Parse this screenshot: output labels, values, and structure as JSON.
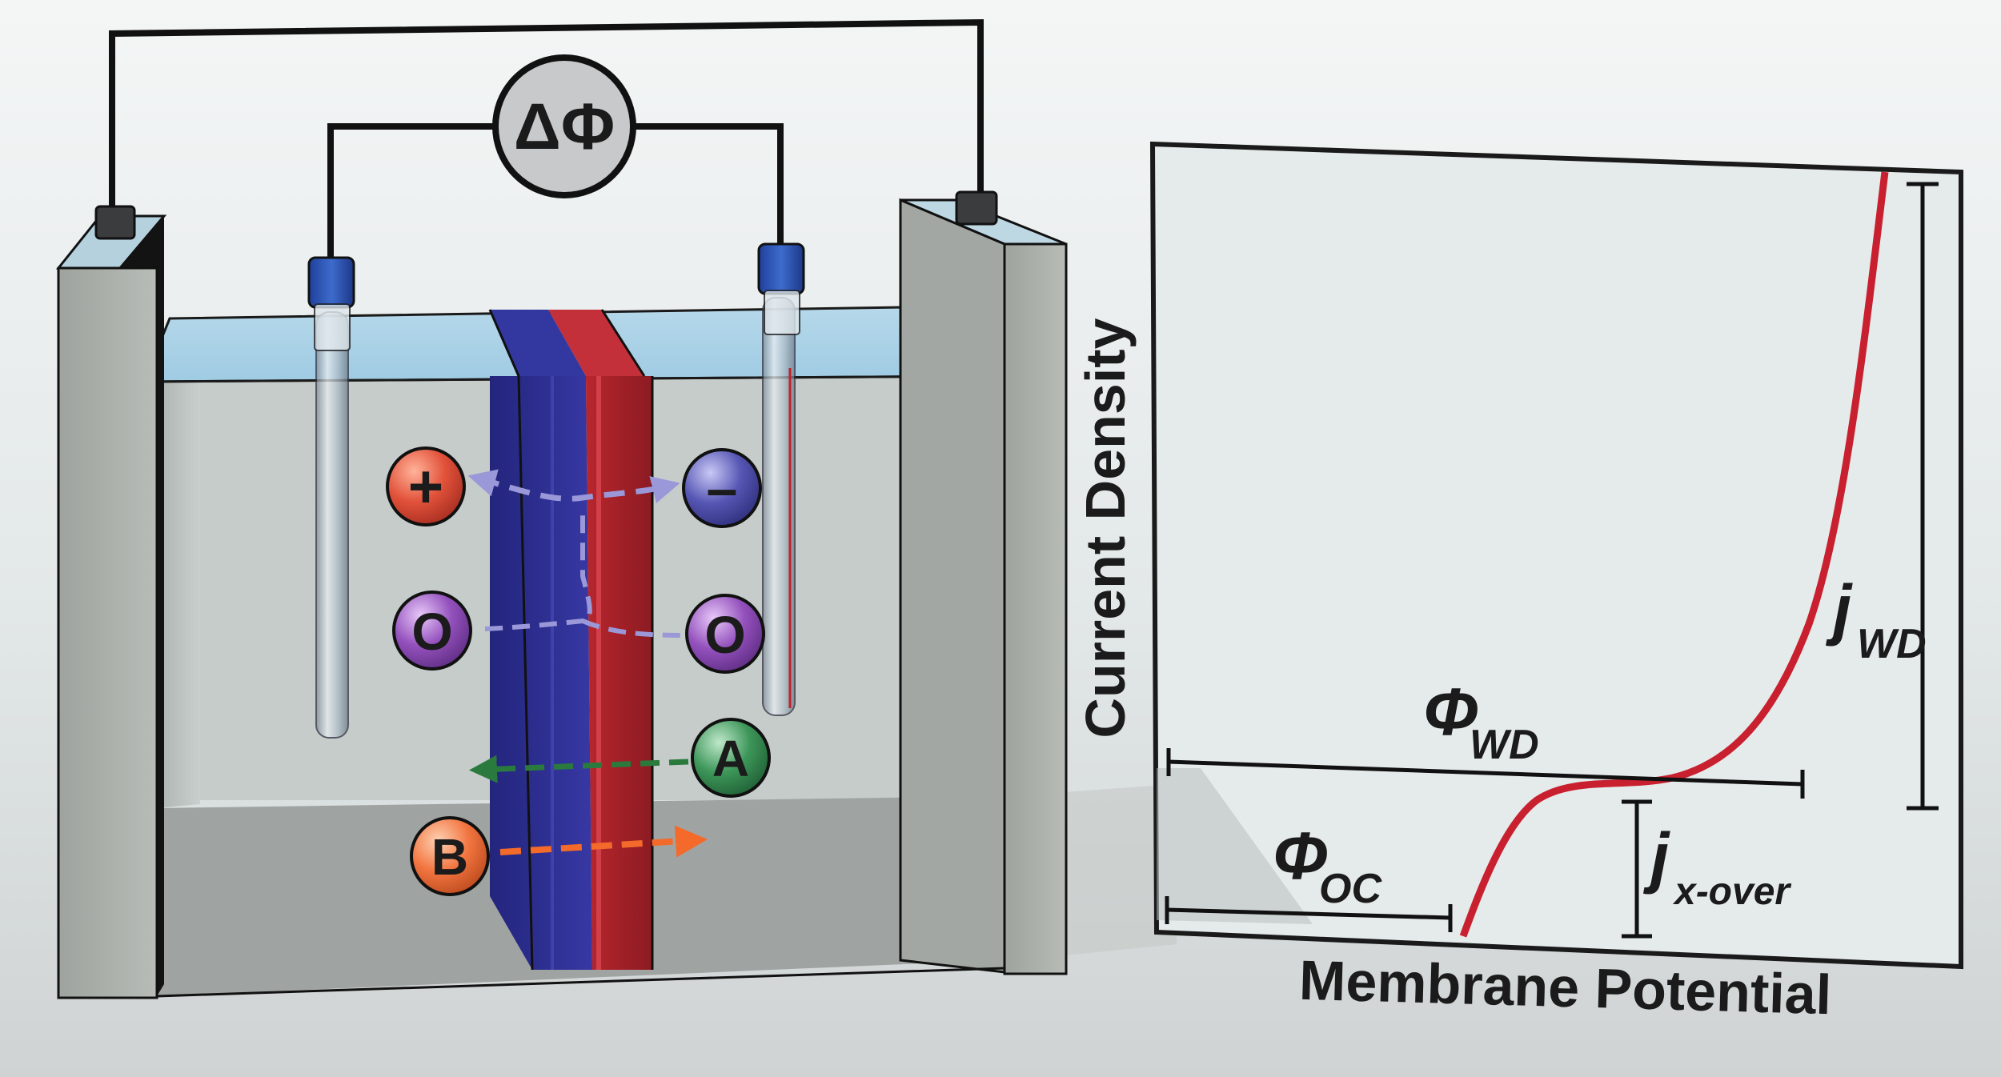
{
  "meter": {
    "symbol": "ΔΦ"
  },
  "ions": {
    "cation": "+",
    "anion": "–",
    "neutral_left": "O",
    "neutral_right": "O",
    "species_a": "A",
    "species_b": "B"
  },
  "plot": {
    "xlabel": "Membrane Potential",
    "ylabel": "Current Density",
    "phi_wd": {
      "main": "Φ",
      "sub": "WD"
    },
    "phi_oc": {
      "main": "Φ",
      "sub": "OC"
    },
    "j_wd": {
      "main": "j",
      "sub": "WD"
    },
    "j_xover": {
      "main": "j",
      "sub": "x-over"
    }
  },
  "colors": {
    "membrane_blue": "#2b2d8f",
    "membrane_red": "#a8222a",
    "curve": "#c8202f",
    "cation": "#d8412f",
    "anion": "#3f3f9c",
    "neutral": "#7b3fa0",
    "species_a": "#2d7a47",
    "species_b": "#ee6a2e",
    "arrow_lavender": "#9a98d8",
    "arrow_green": "#2a7a3e",
    "arrow_orange": "#f36a2a"
  }
}
